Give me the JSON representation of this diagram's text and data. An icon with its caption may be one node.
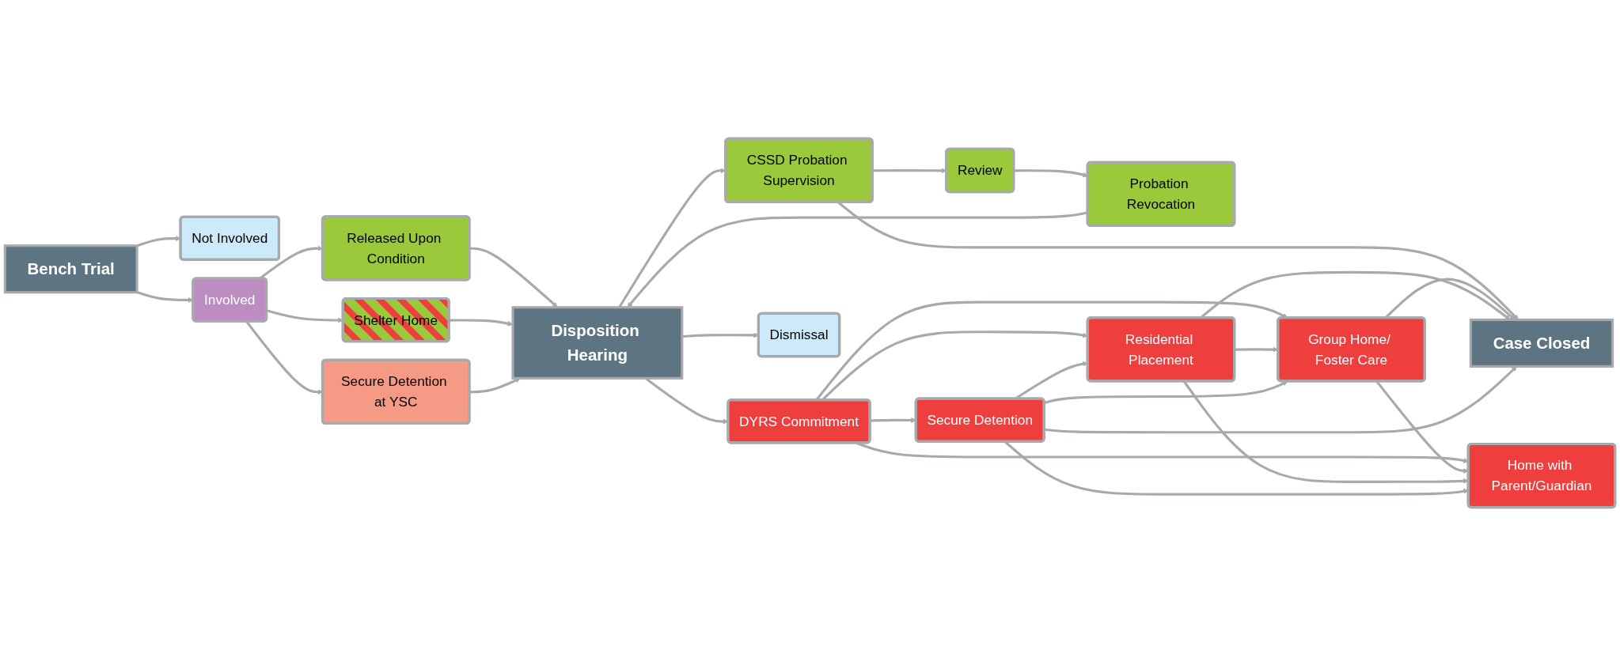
{
  "diagram": {
    "nodes": [
      {
        "text": [
          "Bench Trial"
        ]
      },
      {
        "text": [
          "Not Involved"
        ]
      },
      {
        "text": [
          "Involved"
        ]
      },
      {
        "text": [
          "Probation Revocation"
        ]
      },
      {
        "text": [
          "Review"
        ]
      },
      {
        "text": [
          "Released Upon Condition"
        ]
      },
      {
        "text": [
          "Shelter Home"
        ]
      },
      {
        "text": [
          "Secure Detention at YSC"
        ]
      },
      {
        "text": [
          "Disposition Hearing"
        ]
      },
      {
        "text": [
          "CSSD Probation Supervision"
        ]
      },
      {
        "text": [
          "DYRS Commitment"
        ]
      },
      {
        "text": [
          "Dismissal"
        ]
      },
      {
        "text": [
          "Home with Parent/Guardian"
        ]
      },
      {
        "text": [
          "Group Home/ Foster Care"
        ]
      },
      {
        "text": [
          "Residential Placement"
        ]
      },
      {
        "text": [
          "Secure Detention"
        ]
      },
      {
        "text": [
          "Case Closed"
        ]
      }
    ],
    "edges": [
      {
        "from": 0,
        "to": 1,
        "arrow": "to"
      },
      {
        "from": 0,
        "to": 2,
        "arrow": "to"
      },
      {
        "from": 2,
        "to": 5,
        "arrow": "to"
      },
      {
        "from": 2,
        "to": 6,
        "arrow": "to"
      },
      {
        "from": 2,
        "to": 7,
        "arrow": "to"
      },
      {
        "from": 3,
        "to": 8,
        "arrow": "to"
      },
      {
        "from": 5,
        "to": 8,
        "arrow": "to"
      },
      {
        "from": 6,
        "to": 8,
        "arrow": "to"
      },
      {
        "from": 7,
        "to": 8,
        "arrow": "to"
      },
      {
        "from": 8,
        "to": 9,
        "arrow": "to"
      },
      {
        "from": 8,
        "to": 10,
        "arrow": "to"
      },
      {
        "from": 8,
        "to": 11,
        "arrow": "to"
      },
      {
        "from": 9,
        "to": 4,
        "arrow": "to"
      },
      {
        "from": 4,
        "to": 3,
        "arrow": "to"
      },
      {
        "from": 9,
        "to": 16,
        "arrow": "to"
      },
      {
        "from": 10,
        "to": 12,
        "arrow": "to"
      },
      {
        "from": 10,
        "to": 13,
        "arrow": "to"
      },
      {
        "from": 10,
        "to": 14,
        "arrow": "to"
      },
      {
        "from": 10,
        "to": 15,
        "arrow": "to"
      },
      {
        "from": 13,
        "to": 12,
        "arrow": "to"
      },
      {
        "from": 13,
        "to": 16,
        "arrow": "to"
      },
      {
        "from": 14,
        "to": 13,
        "arrow": "to"
      },
      {
        "from": 14,
        "to": 12,
        "arrow": "to"
      },
      {
        "from": 14,
        "to": 16,
        "arrow": "to"
      },
      {
        "from": 15,
        "to": 14,
        "arrow": "to"
      },
      {
        "from": 15,
        "to": 13,
        "arrow": "to"
      },
      {
        "from": 15,
        "to": 12,
        "arrow": "to"
      },
      {
        "from": 15,
        "to": 16,
        "arrow": "to"
      }
    ]
  }
}
